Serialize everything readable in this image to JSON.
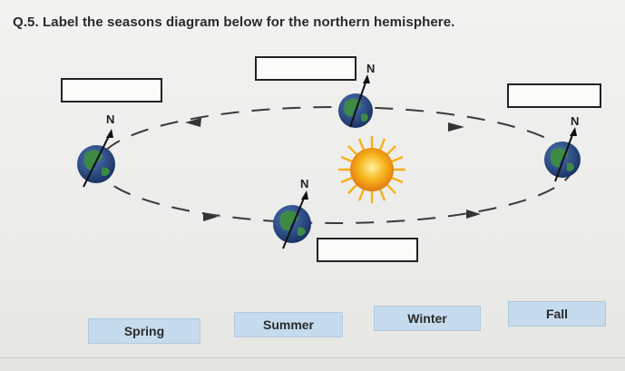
{
  "question": {
    "text": "Q.5. Label the seasons diagram below for the northern hemisphere."
  },
  "diagram": {
    "north_label": "N",
    "icons": {
      "earth": "earth-globe-icon",
      "sun": "sun-icon",
      "arrow": "orbit-arrow-icon"
    },
    "colors": {
      "ocean": "#2b4a86",
      "land": "#3d8a45",
      "sun": "#f7b21a",
      "orbit": "#3a3a3a"
    }
  },
  "drop_boxes": [
    {
      "id": "left",
      "value": ""
    },
    {
      "id": "top",
      "value": ""
    },
    {
      "id": "right",
      "value": ""
    },
    {
      "id": "bottom",
      "value": ""
    }
  ],
  "answer_tiles": [
    {
      "label": "Spring"
    },
    {
      "label": "Summer"
    },
    {
      "label": "Winter"
    },
    {
      "label": "Fall"
    }
  ],
  "colors": {
    "tile": "#c6dcee"
  }
}
